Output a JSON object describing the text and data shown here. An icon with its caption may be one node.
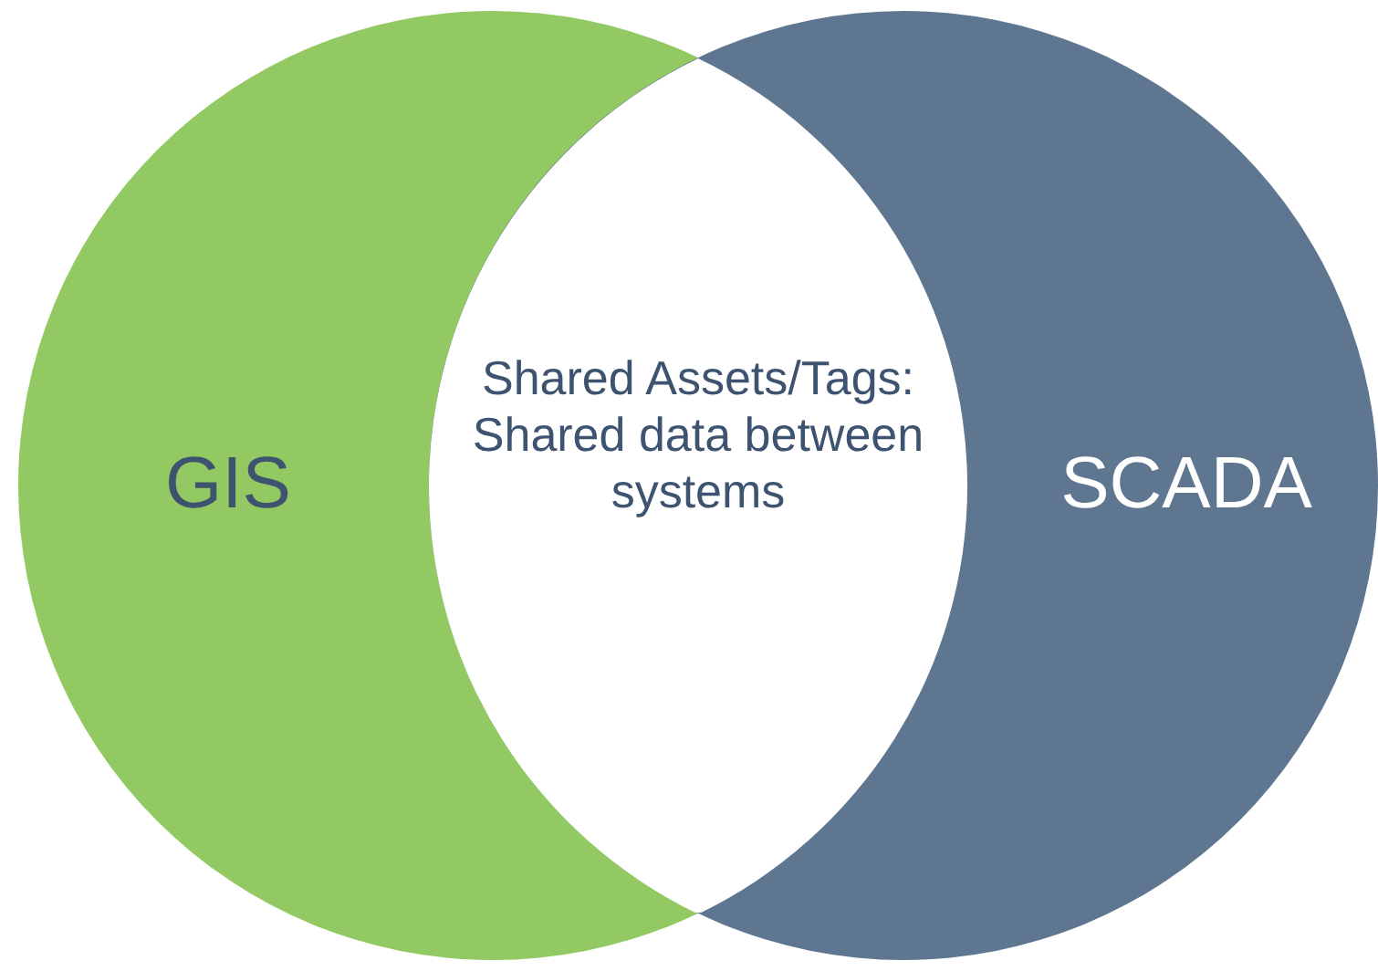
{
  "diagram": {
    "nodes": [
      {
        "text": [
          "GIS"
        ]
      },
      {
        "text": [
          "SCADA"
        ]
      },
      {
        "text": [
          "Shared Assets/Tags: Shared data between systems"
        ]
      }
    ],
    "edges": []
  }
}
